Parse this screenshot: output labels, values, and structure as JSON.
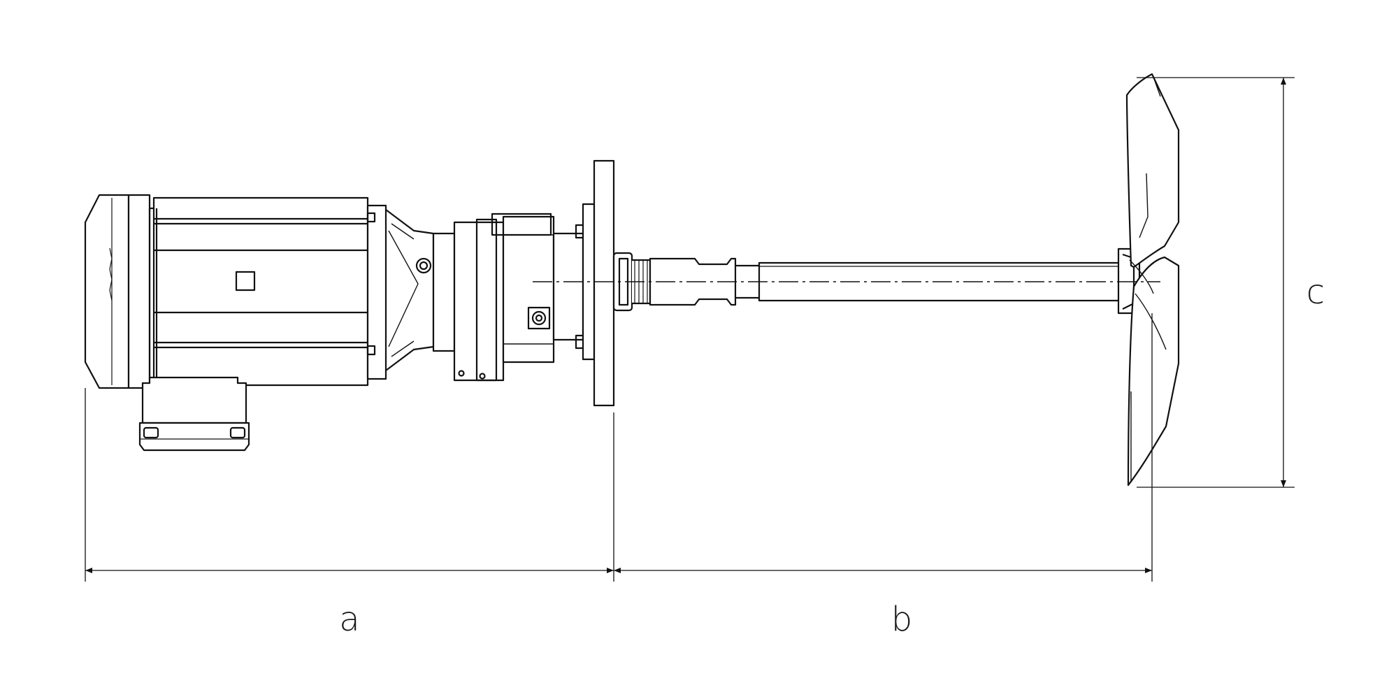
{
  "dimensions": {
    "a": "a",
    "b": "b",
    "c": "c"
  },
  "colors": {
    "line": "#111111",
    "background": "#ffffff"
  }
}
